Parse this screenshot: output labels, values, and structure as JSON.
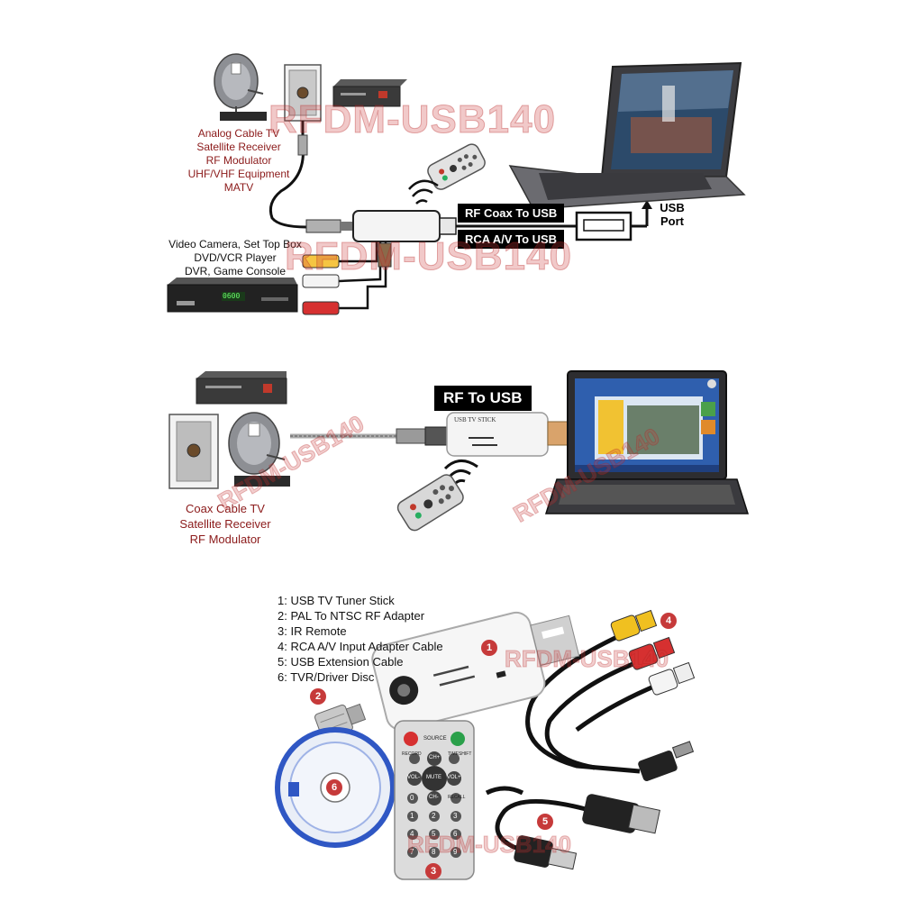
{
  "watermark": "RFDM-USB140",
  "diagram_top": {
    "source_devices_label": [
      "Analog Cable TV",
      "Satellite Receiver",
      "RF Modulator",
      "UHF/VHF Equipment",
      "MATV"
    ],
    "av_devices_label": [
      "Video Camera, Set Top Box",
      "DVD/VCR Player",
      "DVR, Game Console"
    ],
    "rf_tag": "RF Coax To USB",
    "rca_tag": "RCA A/V To USB",
    "usb_port_label": [
      "USB",
      "Port"
    ],
    "box_display": "0600"
  },
  "diagram_middle": {
    "rf_tag": "RF To USB",
    "source_label": [
      "Coax Cable TV",
      "Satellite Receiver",
      "RF Modulator"
    ],
    "stick_label": "USB TV STICK"
  },
  "package": {
    "items": [
      "1: USB TV Tuner Stick",
      "2: PAL To NTSC RF Adapter",
      "3: IR Remote",
      "4: RCA A/V Input Adapter Cable",
      "5: USB Extension Cable",
      "6: TVR/Driver Disc"
    ],
    "badges": [
      "1",
      "2",
      "3",
      "4",
      "5",
      "6"
    ],
    "remote_buttons": [
      "SOURCE",
      "RECORD",
      "CH+",
      "TIMESHIFT",
      "VOL-",
      "MUTE",
      "VOL+",
      "CH-",
      "RECALL",
      "0",
      "1",
      "2",
      "3",
      "4",
      "5",
      "6",
      "7",
      "8",
      "9"
    ]
  }
}
